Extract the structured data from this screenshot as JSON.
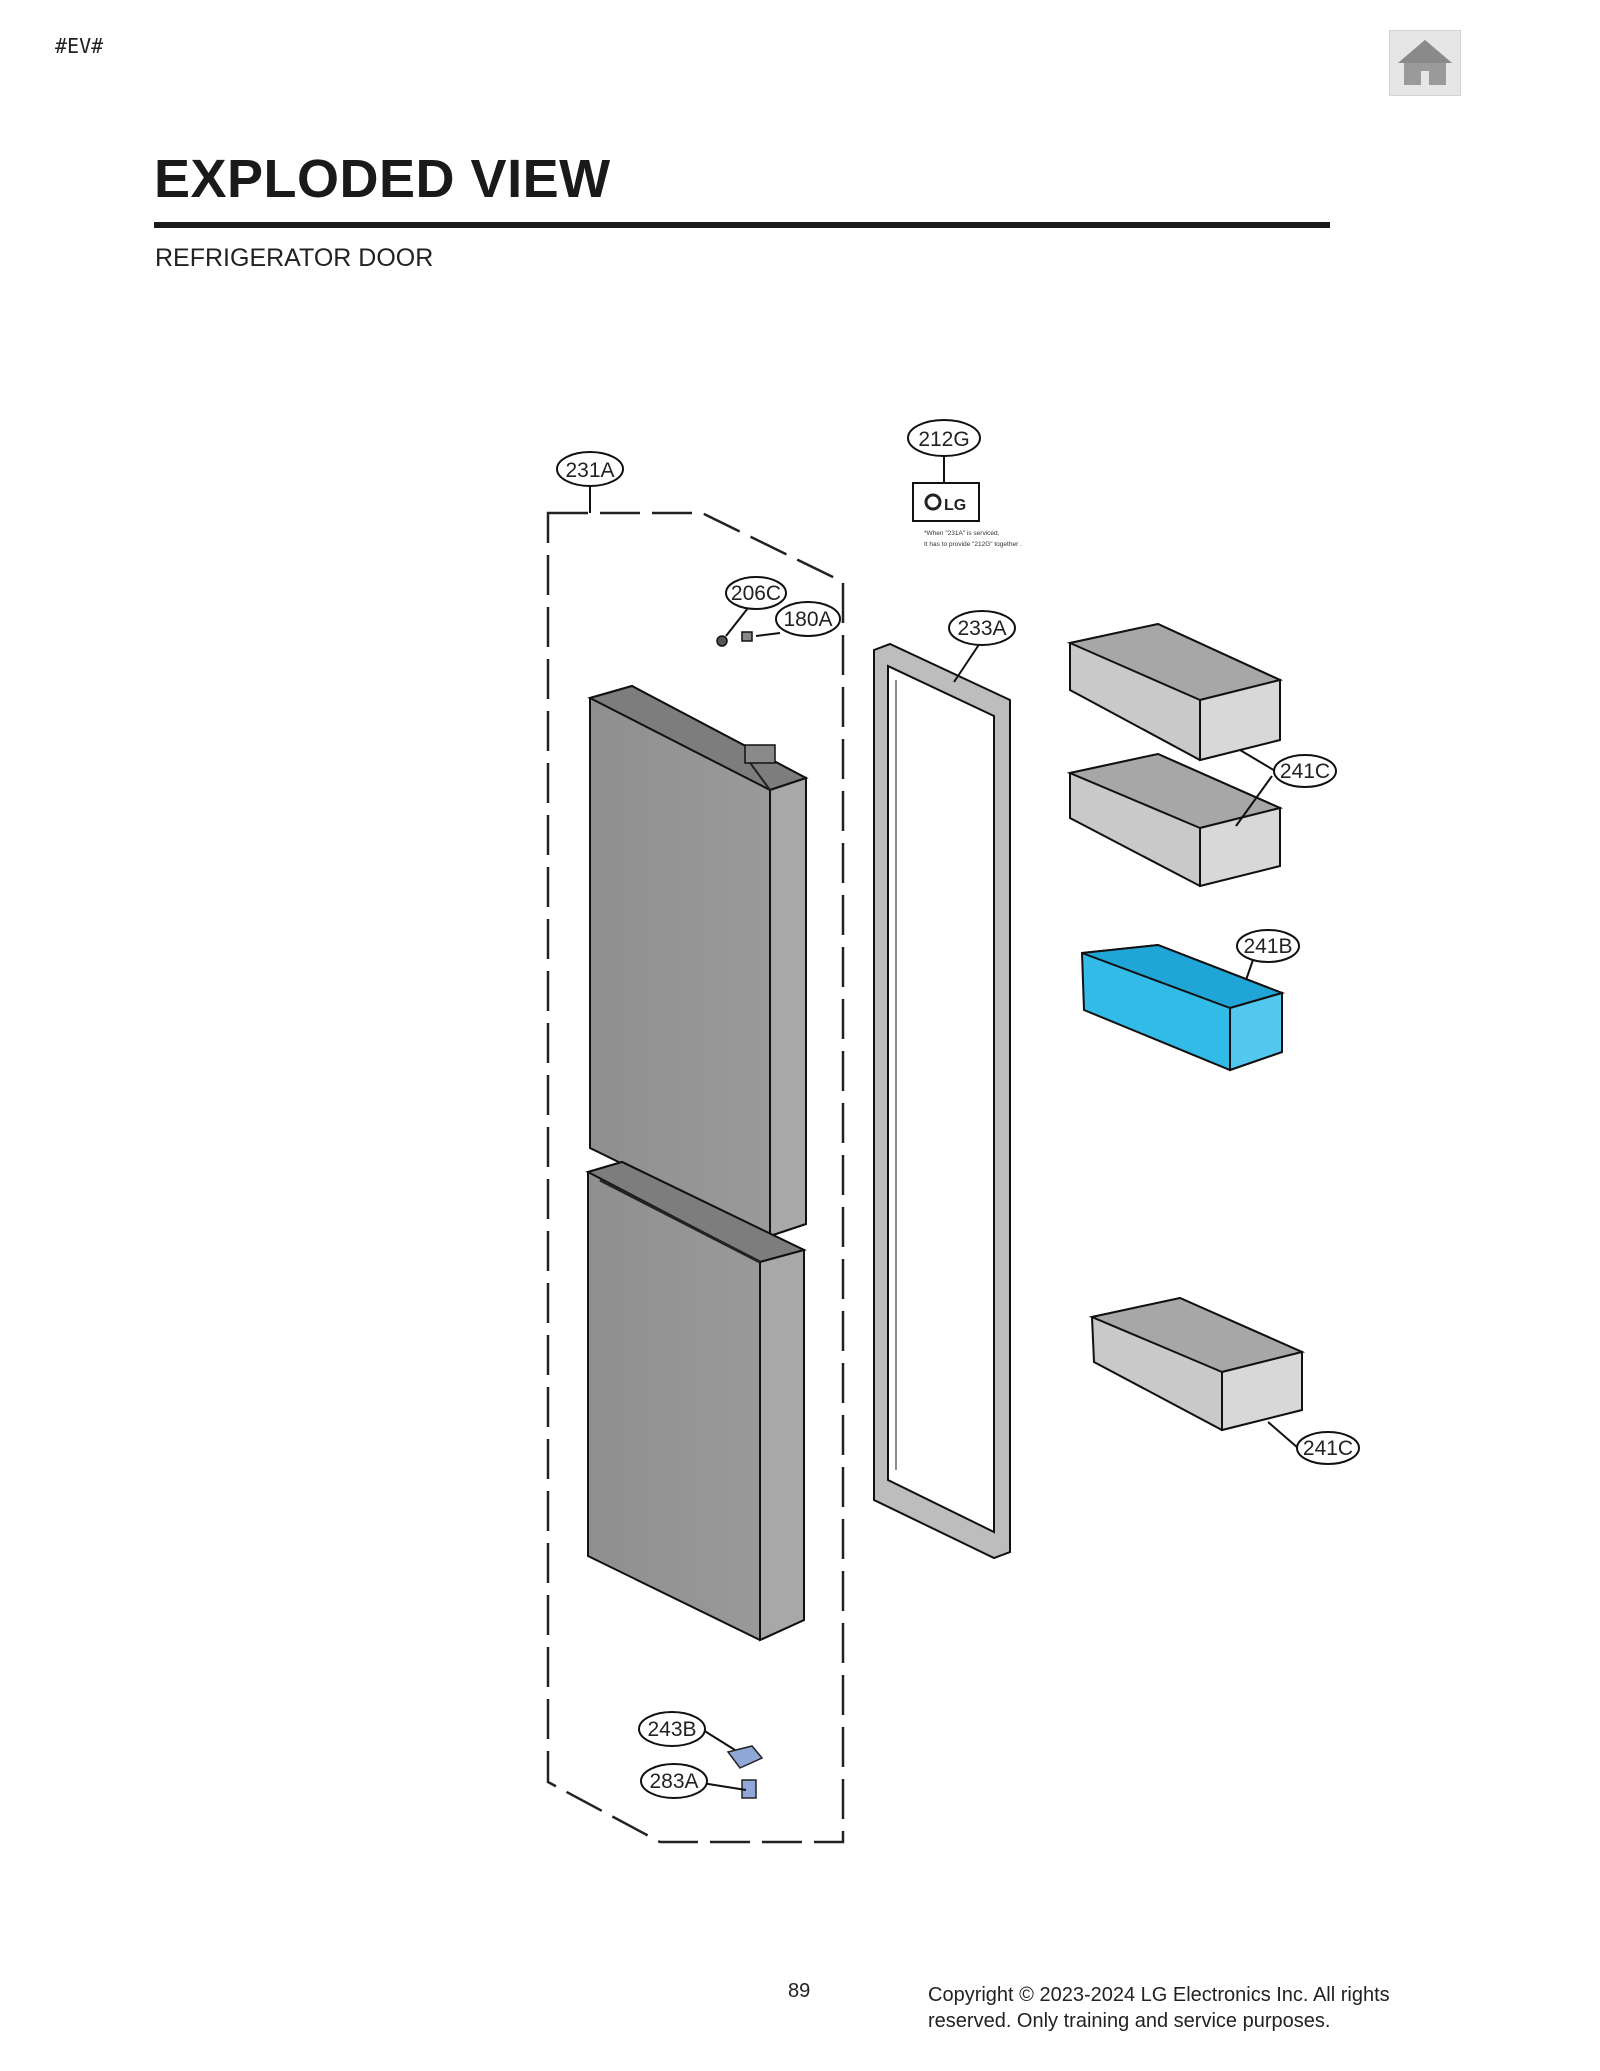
{
  "header": {
    "tag": "#EV#",
    "home_icon": "home-icon"
  },
  "title": "EXPLODED VIEW",
  "subtitle": "REFRIGERATOR DOOR",
  "diagram": {
    "callouts": {
      "c231A": "231A",
      "c212G": "212G",
      "c206C": "206C",
      "c180A": "180A",
      "c233A": "233A",
      "c241C_top": "241C",
      "c241B": "241B",
      "c241C_bottom": "241C",
      "c243B": "243B",
      "c283A": "283A"
    },
    "note_line1": "*When \"231A\" is serviced,",
    "note_line2": "It has to provide  \"212G\" together .",
    "logo_text": "LG",
    "colors": {
      "door_panel": "#969696",
      "basket": "#c9c9c9",
      "highlight_basket": "#33bbe8",
      "gasket": "#bdbdbd"
    }
  },
  "footer": {
    "page_number": "89",
    "copyright_line1": "Copyright © 2023-2024 LG Electronics Inc. All rights",
    "copyright_line2": "reserved. Only training and service purposes."
  }
}
